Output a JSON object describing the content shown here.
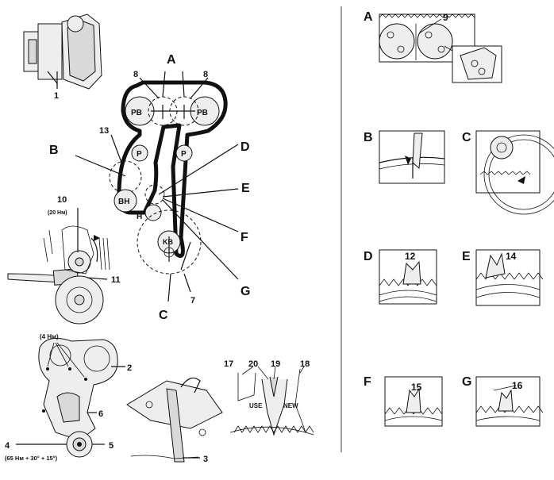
{
  "figure": {
    "view_letters": {
      "A": "A",
      "B": "B",
      "C": "C",
      "D": "D",
      "E": "E",
      "F": "F",
      "G": "G"
    },
    "pulleys": {
      "pb": "PB",
      "p": "P",
      "bh": "BH",
      "kb": "KB",
      "h": "H"
    },
    "callouts": [
      "1",
      "2",
      "3",
      "4",
      "5",
      "6",
      "7",
      "8",
      "9",
      "10",
      "11",
      "12",
      "13",
      "14",
      "15",
      "16",
      "17",
      "18",
      "19",
      "20"
    ],
    "torque_notes": {
      "t10": "(20 Нм)",
      "t2": "(4 Нм)",
      "t4": "(65 Нм + 30° + 15°)"
    },
    "pointer_texts": {
      "use": "USE",
      "new": "NEW"
    }
  }
}
